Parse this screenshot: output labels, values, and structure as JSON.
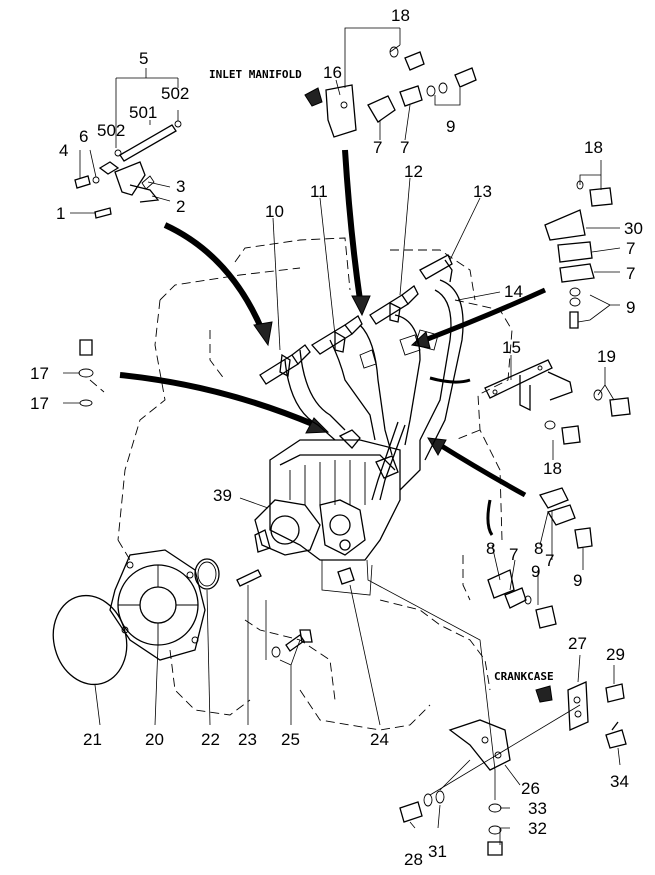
{
  "labels": {
    "inlet_manifold": "INLET MANIFOLD",
    "crankcase": "CRANKCASE"
  },
  "callouts": {
    "c18a": "18",
    "c16": "16",
    "c7a": "7",
    "c7b": "7",
    "c9a": "9",
    "c5": "5",
    "c502a": "502",
    "c501": "501",
    "c502b": "502",
    "c4": "4",
    "c6": "6",
    "c3": "3",
    "c2": "2",
    "c1": "1",
    "c18b": "18",
    "c30": "30",
    "c7c": "7",
    "c7d": "7",
    "c9b": "9",
    "c10": "10",
    "c11": "11",
    "c12": "12",
    "c13": "13",
    "c14": "14",
    "c15": "15",
    "c19": "19",
    "c18c": "18",
    "c17a": "17",
    "c17b": "17",
    "c39": "39",
    "c8a": "8",
    "c8b": "8",
    "c7e": "7",
    "c7f": "7",
    "c9c": "9",
    "c9d": "9",
    "c21": "21",
    "c20": "20",
    "c22": "22",
    "c23": "23",
    "c25": "25",
    "c24": "24",
    "c27": "27",
    "c29": "29",
    "c34": "34",
    "c26": "26",
    "c33": "33",
    "c32": "32",
    "c28": "28",
    "c31": "31"
  },
  "icons": [
    "arrow-indicator-icon"
  ]
}
